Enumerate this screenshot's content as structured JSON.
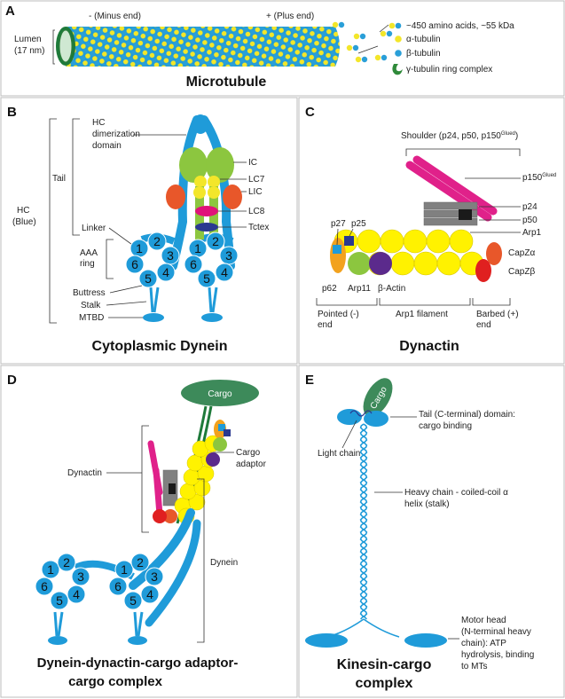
{
  "panels": {
    "A": {
      "letter": "A",
      "title": "Microtubule",
      "minus_end": "- (Minus end)",
      "plus_end": "+ (Plus end)",
      "lumen_l1": "Lumen",
      "lumen_l2": "(17 nm)",
      "legend": [
        "~450 amino acids, ~55 kDa",
        "α-tubulin",
        "β-tubulin",
        "γ-tubulin ring complex"
      ]
    },
    "B": {
      "letter": "B",
      "title": "Cytoplasmic Dynein",
      "hc_l1": "HC",
      "hc_l2": "(Blue)",
      "tail": "Tail",
      "hc_dim_l1": "HC",
      "hc_dim_l2": "dimerization",
      "hc_dim_l3": "domain",
      "linker": "Linker",
      "aaa_l1": "AAA",
      "aaa_l2": "ring",
      "buttress": "Buttress",
      "stalk": "Stalk",
      "mtbd": "MTBD",
      "ic": "IC",
      "lc7": "LC7",
      "lic": "LIC",
      "lc8": "LC8",
      "tctex": "Tctex",
      "ring_numbers": [
        "1",
        "2",
        "3",
        "4",
        "5",
        "6"
      ]
    },
    "C": {
      "letter": "C",
      "title": "Dynactin",
      "shoulder": "Shoulder (p24, p50, p150",
      "shoulder_sup": "Glued",
      "shoulder_close": ")",
      "p150": "p150",
      "p150_sup": "Glued",
      "p24": "p24",
      "p50": "p50",
      "arp1": "Arp1",
      "capza": "CapZα",
      "capzb": "CapZβ",
      "p27": "p27",
      "p25": "p25",
      "p62": "p62",
      "arp11": "Arp11",
      "bactin": "β-Actin",
      "pointed_l1": "Pointed (-)",
      "pointed_l2": "end",
      "filament": "Arp1 filament",
      "barbed_l1": "Barbed (+)",
      "barbed_l2": "end"
    },
    "D": {
      "letter": "D",
      "title_l1": "Dynein-dynactin-cargo adaptor-",
      "title_l2": "cargo complex",
      "cargo": "Cargo",
      "dynactin": "Dynactin",
      "adaptor_l1": "Cargo",
      "adaptor_l2": "adaptor",
      "dynein": "Dynein",
      "ring_numbers": [
        "1",
        "2",
        "3",
        "4",
        "5",
        "6"
      ]
    },
    "E": {
      "letter": "E",
      "title_l1": "Kinesin-cargo",
      "title_l2": "complex",
      "cargo": "Cargo",
      "tail_l1": "Tail (C-terminal) domain:",
      "tail_l2": "cargo binding",
      "light_chain": "Light chain",
      "heavy_l1": "Heavy chain - coiled-coil α",
      "heavy_l2": "helix (stalk)",
      "motor_l1": "Motor head",
      "motor_l2": "(N-terminal heavy",
      "motor_l3": "chain): ATP",
      "motor_l4": "hydrolysis, binding",
      "motor_l5": "to MTs"
    }
  },
  "colors": {
    "dynein_blue": "#1f9bd9",
    "alpha_tubulin": "#f3e62a",
    "beta_tubulin": "#2a9fd8",
    "gamma_ring": "#3a8f3a",
    "ic_green": "#8cc63f",
    "lic_orange": "#e8572a",
    "lc8_magenta": "#e0127a",
    "tctex_navy": "#2b3990",
    "arp1_yellow": "#fff200",
    "p150_pink": "#e0218a",
    "cargo_green": "#3d8a5a",
    "capzb_red": "#e02020",
    "bactin_purple": "#5b2a8c",
    "panel_border": "#bdbdbd"
  }
}
